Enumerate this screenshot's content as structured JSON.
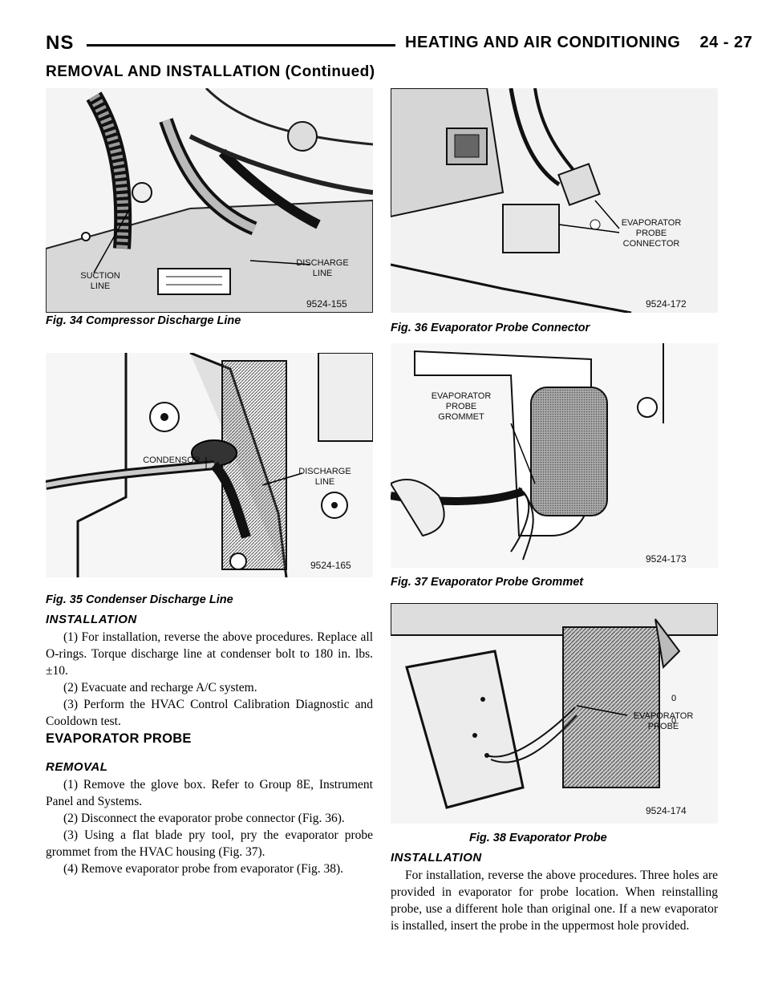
{
  "header": {
    "left": "NS",
    "right": "HEATING AND AIR CONDITIONING    24 - 27",
    "subheading": "REMOVAL AND INSTALLATION (Continued)"
  },
  "figures": {
    "fig34": {
      "caption": "Fig. 34 Compressor Discharge Line",
      "number": "9524-155",
      "labels": {
        "suction": "SUCTION\nLINE",
        "discharge": "DISCHARGE\nLINE"
      }
    },
    "fig35": {
      "caption": "Fig. 35 Condenser Discharge Line",
      "number": "9524-165",
      "labels": {
        "condensor": "CONDENSOR",
        "discharge": "DISCHARGE\nLINE"
      }
    },
    "fig36": {
      "caption": "Fig. 36 Evaporator Probe Connector",
      "number": "9524-172",
      "labels": {
        "connector": "EVAPORATOR\nPROBE\nCONNECTOR"
      }
    },
    "fig37": {
      "caption": "Fig. 37 Evaporator Probe Grommet",
      "number": "9524-173",
      "labels": {
        "grommet": "EVAPORATOR\nPROBE\nGROMMET"
      }
    },
    "fig38": {
      "caption": "Fig. 38 Evaporator Probe",
      "number": "9524-174",
      "labels": {
        "probe": "EVAPORATOR\nPROBE"
      }
    }
  },
  "left_text": {
    "installation_title": "INSTALLATION",
    "installation_steps": [
      "(1) For installation, reverse the above procedures. Replace all O-rings. Torque discharge line at condenser bolt to 180 in. lbs. ±10.",
      "(2) Evacuate and recharge A/C system.",
      "(3) Perform the HVAC Control Calibration Diagnostic and Cooldown test."
    ],
    "section_title": "EVAPORATOR PROBE",
    "removal_title": "REMOVAL",
    "removal_steps": [
      "(1) Remove the glove box. Refer to Group 8E, Instrument Panel and Systems.",
      "(2) Disconnect the evaporator probe connector (Fig. 36).",
      "(3) Using a flat blade pry tool, pry the evaporator probe grommet from the HVAC housing (Fig. 37).",
      "(4) Remove evaporator probe from evaporator (Fig. 38)."
    ]
  },
  "right_text": {
    "installation_title": "INSTALLATION",
    "installation_body": "For installation, reverse the above procedures. Three holes are provided in evaporator for probe location. When reinstalling probe, use a different hole than original one. If a new evaporator is installed, insert the probe in the uppermost hole provided."
  }
}
